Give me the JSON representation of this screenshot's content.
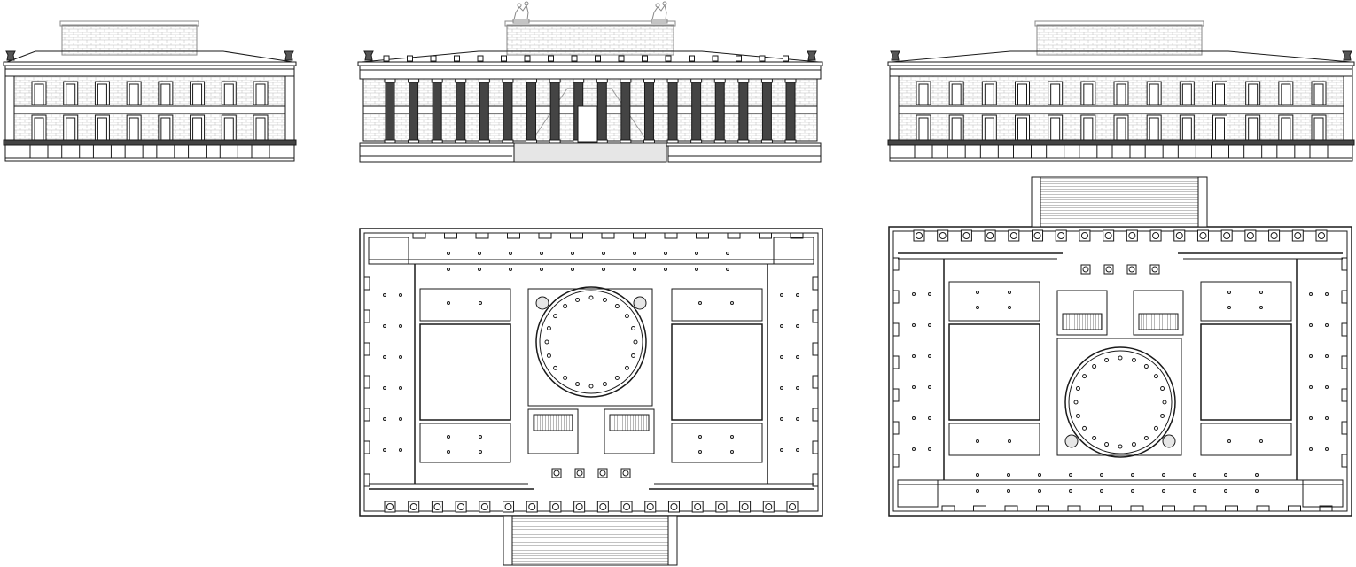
{
  "drawing": {
    "views": [
      {
        "id": "side-elevation"
      },
      {
        "id": "front-elevation"
      },
      {
        "id": "rear-elevation"
      },
      {
        "id": "plan-main"
      },
      {
        "id": "plan-upper"
      }
    ],
    "front_elevation": {
      "column_count": 18
    },
    "side_elevation": {
      "window_bays": 8
    },
    "rear_elevation": {
      "window_bays": 13
    },
    "plan": {
      "portico_columns": 18,
      "rotunda_columns": 20
    },
    "colors": {
      "line": "#1a1a1a",
      "light_line": "#888888",
      "column_fill": "#444444",
      "masonry": "#bbbbbb",
      "hatch": "#9a9a9a",
      "wall_fill": "#ffffff"
    }
  }
}
